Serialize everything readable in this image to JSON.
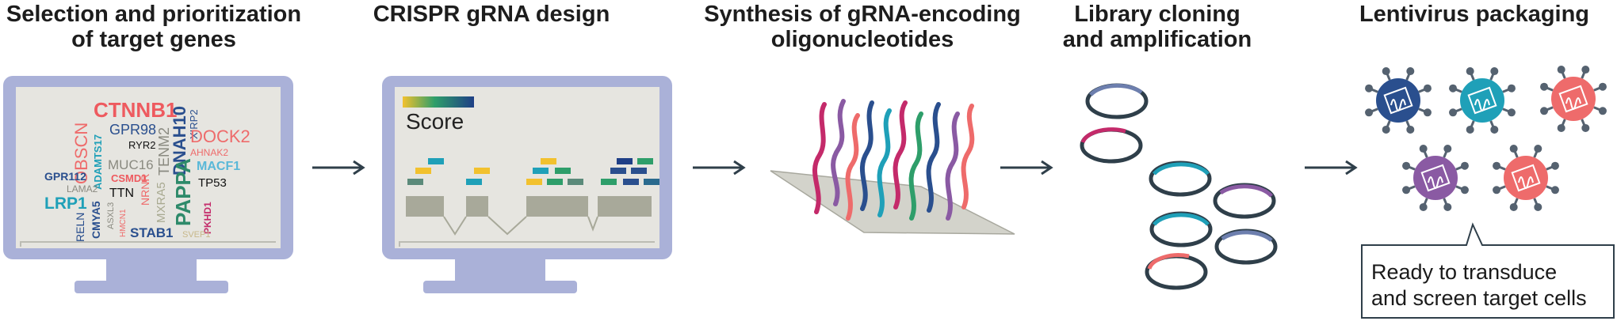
{
  "steps": [
    {
      "title_line1": "Selection and prioritization",
      "title_line2": "of target genes"
    },
    {
      "title_line1": "CRISPR gRNA design",
      "title_line2": ""
    },
    {
      "title_line1": "Synthesis of gRNA-encoding",
      "title_line2": "oligonucleotides"
    },
    {
      "title_line1": "Library cloning",
      "title_line2": "and amplification"
    },
    {
      "title_line1": "Lentivirus packaging",
      "title_line2": ""
    }
  ],
  "gene_cloud": {
    "genes": [
      "CTNNB1",
      "OBSCN",
      "GPR98",
      "RYR2",
      "DNAH10",
      "XIRP2",
      "DOCK2",
      "AHNAK2",
      "ADAMTS17",
      "MUC16",
      "TENM2",
      "MACF1",
      "GPR112",
      "LAMA2",
      "CSMD1",
      "TTN",
      "NRNR",
      "MXRA5",
      "PAPPA",
      "TP53",
      "LRP1",
      "CMYA5",
      "ASXL3",
      "HMCN1",
      "PKHD1",
      "RELN",
      "STAB1",
      "SVEP1"
    ]
  },
  "grna_design": {
    "legend_label": "Score"
  },
  "callout": {
    "line1": "Ready to transduce",
    "line2": "and screen target cells"
  },
  "colors": {
    "monitor": "#aab1d8",
    "screen": "#e6e5e0",
    "arrow": "#2f3f4a",
    "navy": "#2a4f8e",
    "teal": "#1fa0b8",
    "coral": "#ee6b6b",
    "purple": "#8a5aa3",
    "magenta": "#c42a6a",
    "gold": "#f2c12e",
    "green": "#2e9e6a",
    "exon": "#a8a99a"
  }
}
